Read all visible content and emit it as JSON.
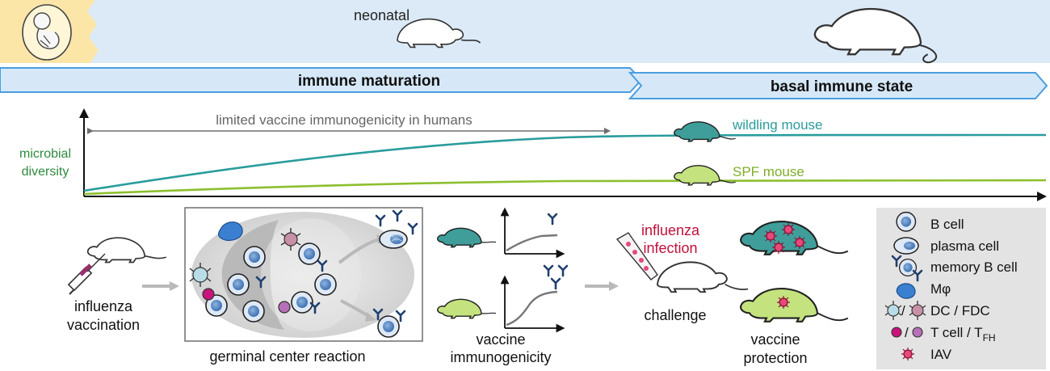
{
  "top_band": {
    "stage_label": "neonatal"
  },
  "phase_arrows": {
    "left_label": "immune maturation",
    "right_label": "basal immune state"
  },
  "graph": {
    "y_label_line1": "microbial",
    "y_label_line2": "diversity",
    "range_annotation": "limited vaccine immunogenicity in humans",
    "series": [
      {
        "name": "wildling mouse",
        "color": "#2a9c9c"
      },
      {
        "name": "SPF mouse",
        "color": "#8dbf2f"
      }
    ]
  },
  "workflow": {
    "vaccination_line1": "influenza",
    "vaccination_line2": "vaccination",
    "germinal_center_label": "germinal center reaction",
    "immunogenicity_line1": "vaccine",
    "immunogenicity_line2": "immunogenicity",
    "infection_line1": "influenza",
    "infection_line2": "infection",
    "challenge_label": "challenge",
    "protection_line1": "vaccine",
    "protection_line2": "protection"
  },
  "legend": {
    "items": [
      {
        "label": "B cell",
        "icon": "b-cell-icon"
      },
      {
        "label": "plasma cell",
        "icon": "plasma-cell-icon"
      },
      {
        "label": "memory B cell",
        "icon": "memory-b-cell-icon"
      },
      {
        "label": "Mφ",
        "icon": "macrophage-icon"
      },
      {
        "label": "DC / FDC",
        "icon": "dendritic-cell-icon"
      },
      {
        "label": "T cell / T",
        "subscript": "FH",
        "icon": "t-cell-icon"
      },
      {
        "label": "IAV",
        "icon": "virus-icon"
      }
    ]
  },
  "colors": {
    "sky": "#dceaf8",
    "arrow_blue": "#d5e7f8",
    "arrow_outline": "#4a9ee0",
    "teal": "#2a9c9c",
    "lime": "#8dbf2f",
    "teal_mouse": "#3f9e9a",
    "lime_mouse": "#c4e37e",
    "red_text": "#c0103a",
    "green_text": "#2f8a3e",
    "legend_bg": "#e3e3e3"
  }
}
